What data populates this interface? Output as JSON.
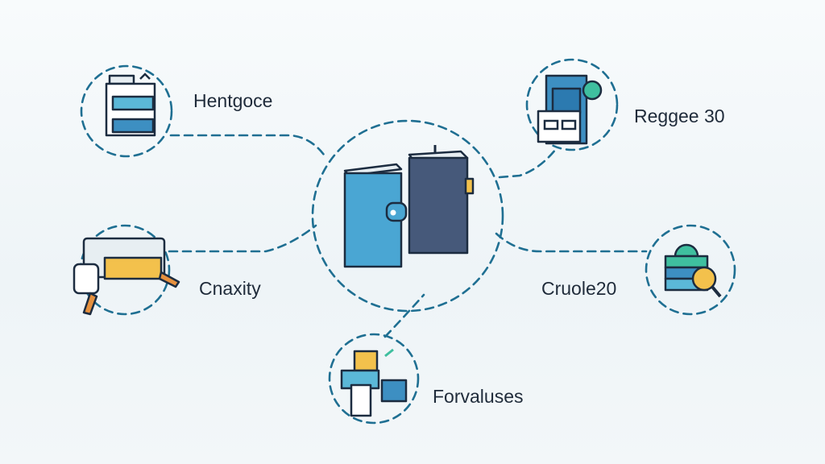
{
  "nodes": {
    "center": {
      "icon": "wallet-server-icon"
    },
    "top_left": {
      "label": "Hentgoce",
      "icon": "server-rack-icon"
    },
    "left": {
      "label": "Cnaxity",
      "icon": "hand-card-icon"
    },
    "bottom": {
      "label": "Forvaluses",
      "icon": "documents-icon"
    },
    "top_right": {
      "label": "Reggee 30",
      "icon": "network-panel-icon"
    },
    "right": {
      "label": "Cruole20",
      "icon": "database-search-icon"
    }
  },
  "colors": {
    "accent": "#1f6f92",
    "blue": "#4aa6d3",
    "navy": "#46597a",
    "yellow": "#f3c14c",
    "teal": "#3fbf9f"
  }
}
